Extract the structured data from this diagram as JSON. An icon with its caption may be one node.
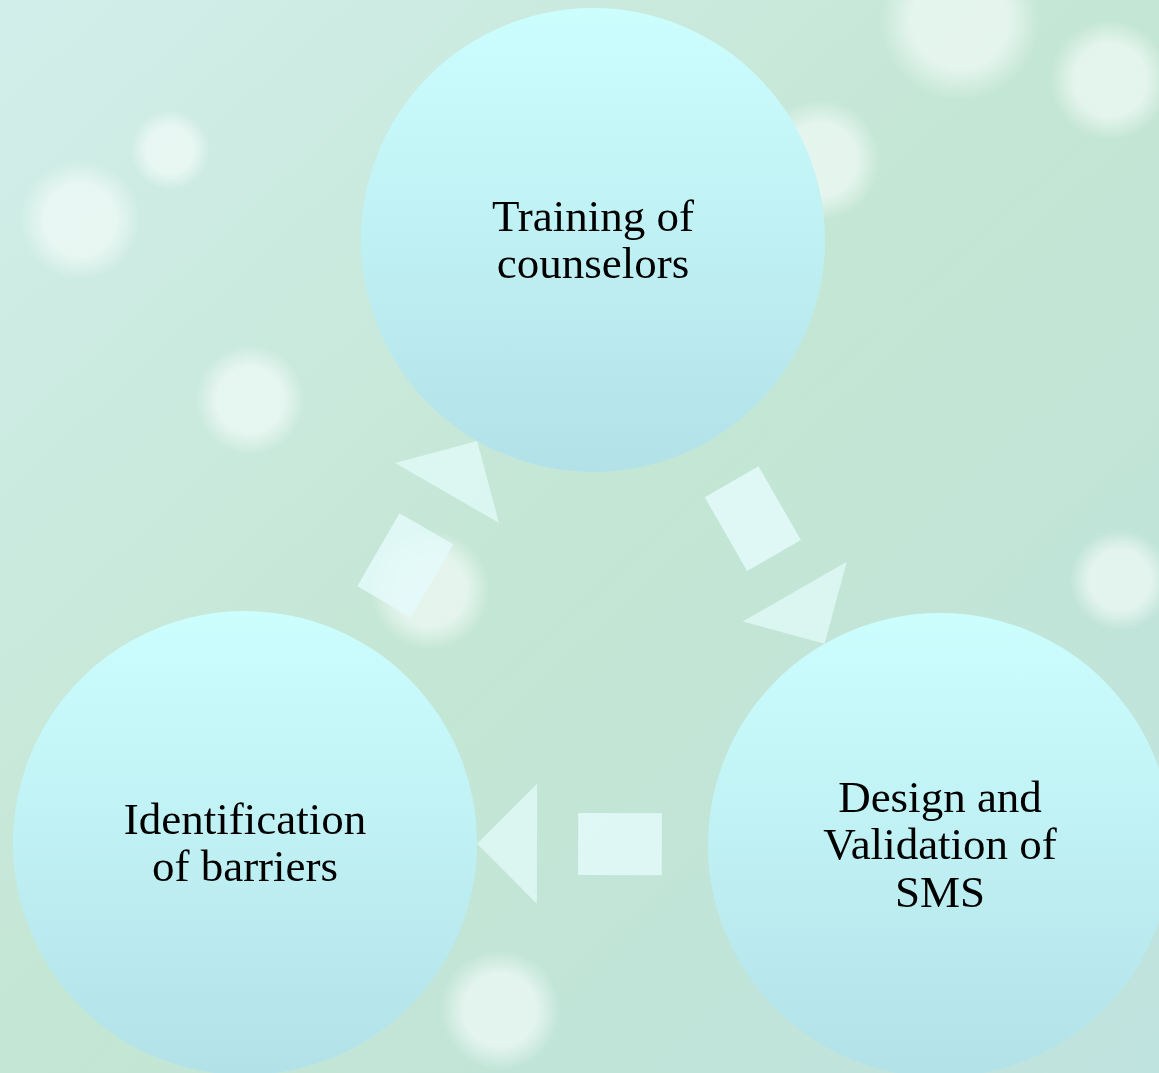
{
  "diagram": {
    "nodes": [
      {
        "text": [
          "Training of counselors"
        ]
      },
      {
        "text": [
          "Design and Validation of SMS"
        ]
      },
      {
        "text": [
          "Identification of barriers"
        ]
      }
    ],
    "edges": [
      {
        "from": 0,
        "to": 1,
        "arrow": "to"
      },
      {
        "from": 1,
        "to": 2,
        "arrow": "to"
      },
      {
        "from": 2,
        "to": 0,
        "arrow": "to"
      }
    ]
  }
}
